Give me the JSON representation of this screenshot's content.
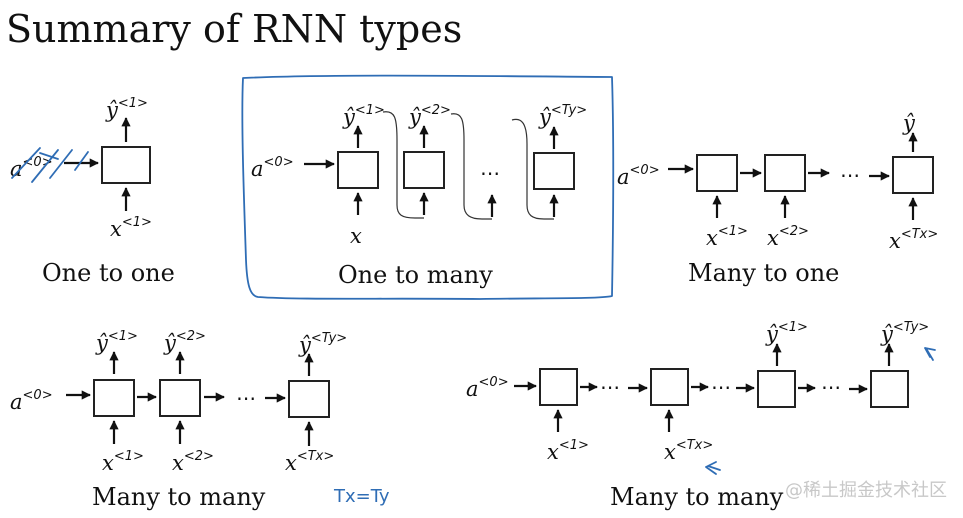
{
  "title": "Summary of RNN types",
  "watermark": "@稀土掘金技术社区",
  "annotation_eq": "Tx=Ty",
  "panels": [
    {
      "id": "one-to-one",
      "caption": "One to one",
      "a0": {
        "base": "a",
        "sup": "<0>"
      },
      "a0_crossed_out": true,
      "cells": [
        {
          "y": {
            "base": "ŷ",
            "sup": "<1>"
          },
          "x": {
            "base": "x",
            "sup": "<1>"
          }
        }
      ]
    },
    {
      "id": "one-to-many",
      "caption": "One to many",
      "highlighted": true,
      "a0": {
        "base": "a",
        "sup": "<0>"
      },
      "ellipsis": "⋯",
      "cells": [
        {
          "y": {
            "base": "ŷ",
            "sup": "<1>"
          },
          "x": {
            "base": "x",
            "sup": ""
          }
        },
        {
          "y": {
            "base": "ŷ",
            "sup": "<2>"
          }
        },
        {
          "y": {
            "base": "ŷ",
            "sup": "<Ty>"
          }
        }
      ]
    },
    {
      "id": "many-to-one",
      "caption": "Many to one",
      "a0": {
        "base": "a",
        "sup": "<0>"
      },
      "ellipsis": "⋯",
      "cells": [
        {
          "x": {
            "base": "x",
            "sup": "<1>"
          }
        },
        {
          "x": {
            "base": "x",
            "sup": "<2>"
          }
        },
        {
          "y": {
            "base": "ŷ",
            "sup": ""
          },
          "x": {
            "base": "x",
            "sup": "<Tx>"
          }
        }
      ]
    },
    {
      "id": "many-to-many-equal",
      "caption": "Many to many",
      "a0": {
        "base": "a",
        "sup": "<0>"
      },
      "ellipsis": "⋯",
      "cells": [
        {
          "y": {
            "base": "ŷ",
            "sup": "<1>"
          },
          "x": {
            "base": "x",
            "sup": "<1>"
          }
        },
        {
          "y": {
            "base": "ŷ",
            "sup": "<2>"
          },
          "x": {
            "base": "x",
            "sup": "<2>"
          }
        },
        {
          "y": {
            "base": "ŷ",
            "sup": "<Ty>"
          },
          "x": {
            "base": "x",
            "sup": "<Tx>"
          }
        }
      ]
    },
    {
      "id": "many-to-many-encoder-decoder",
      "caption": "Many to many",
      "a0": {
        "base": "a",
        "sup": "<0>"
      },
      "ellipsis": "⋯",
      "cells": [
        {
          "x": {
            "base": "x",
            "sup": "<1>"
          }
        },
        {
          "x": {
            "base": "x",
            "sup": "<Tx>"
          }
        },
        {
          "y": {
            "base": "ŷ",
            "sup": "<1>"
          }
        },
        {
          "y": {
            "base": "ŷ",
            "sup": "<Ty>"
          }
        }
      ]
    }
  ]
}
